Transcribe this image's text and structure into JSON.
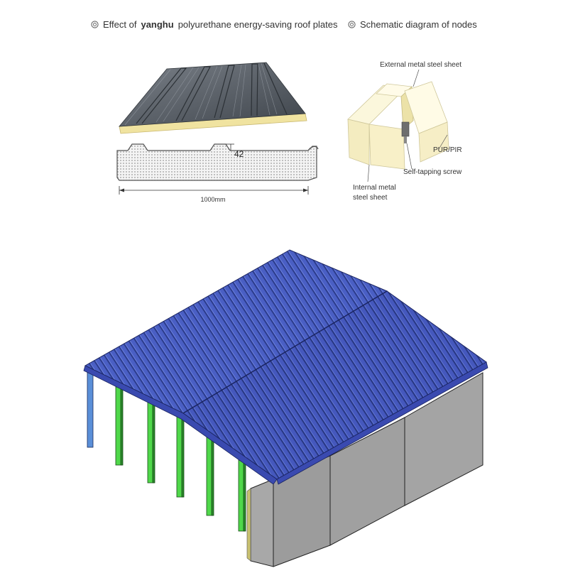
{
  "left_panel": {
    "caption_prefix": "Effect of",
    "caption_brand": "yanghu",
    "caption_suffix": "polyurethane energy-saving roof plates",
    "dimension_height": "42",
    "dimension_width": "1000mm"
  },
  "right_panel": {
    "caption": "Schematic diagram of nodes",
    "labels": {
      "external": "External metal steel sheet",
      "pur": "PUR/PIR",
      "screw": "Self-tapping screw",
      "internal_line1": "Internal metal",
      "internal_line2": "steel sheet"
    }
  },
  "colors": {
    "roof_blue": "#4a5fc4",
    "panel_dark": "#5a6068",
    "foam": "#f0e8b0",
    "wall_gray": "#a0a0a0",
    "column_green": "#4fd84a",
    "column_blue": "#5a8fd8"
  },
  "icons": [
    "circle-bullet-icon"
  ]
}
